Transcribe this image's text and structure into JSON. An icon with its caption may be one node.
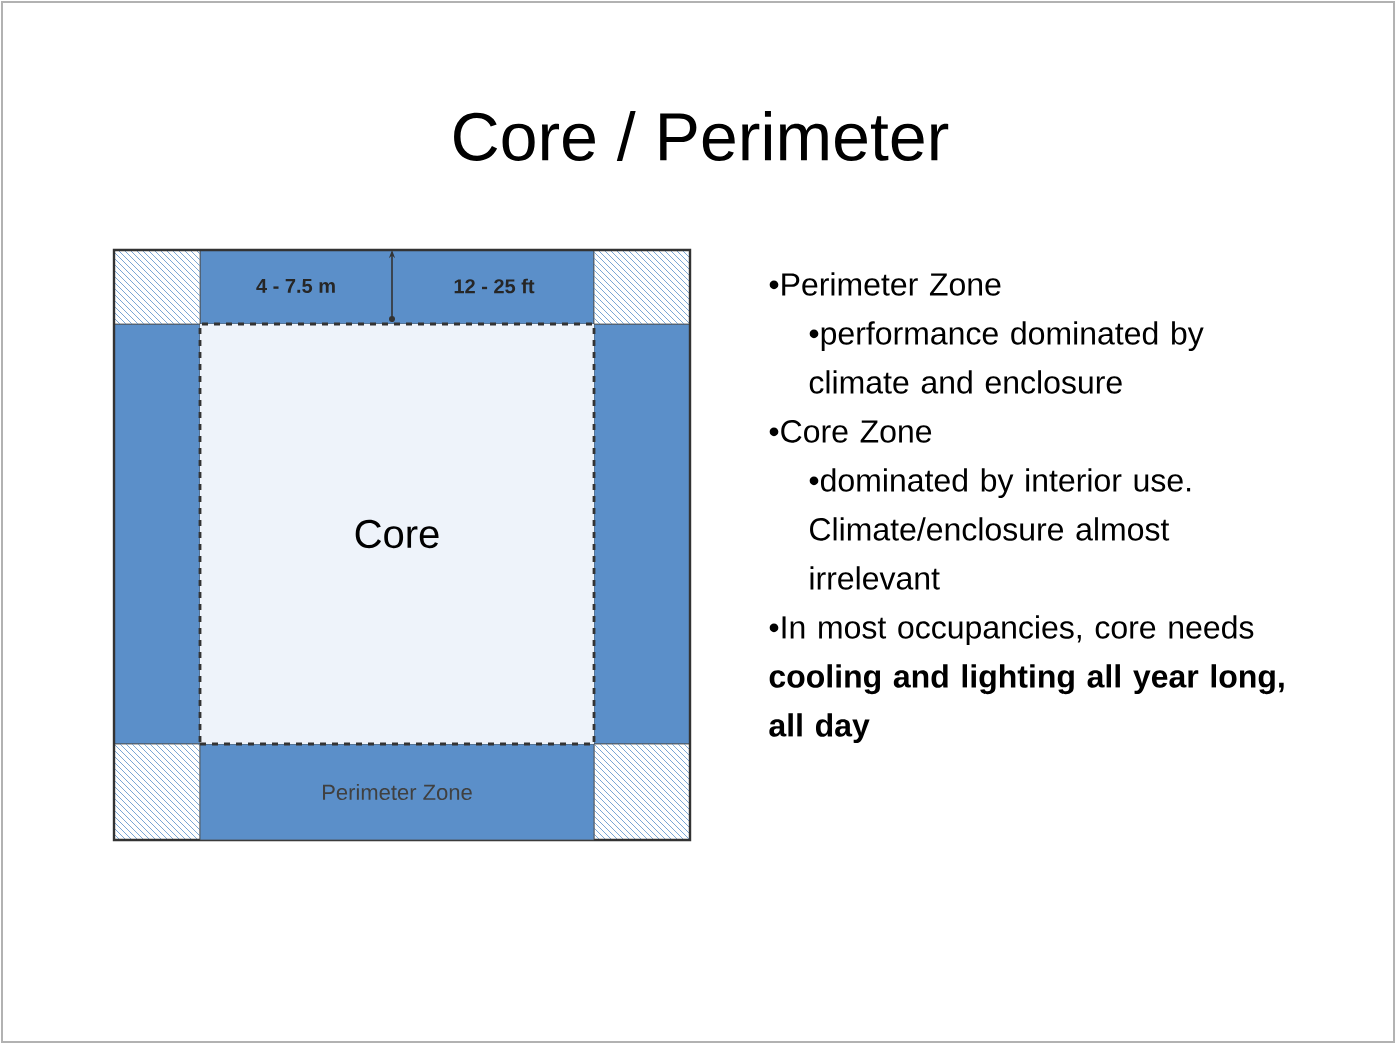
{
  "diagram": {
    "title": "Core / Perimeter",
    "nodes": [
      {
        "text": [
          "Perimeter Zone"
        ]
      },
      {
        "text": [
          "Core"
        ]
      }
    ],
    "labels": [
      "4 - 7.5 m",
      "12 - 25 ft",
      "•Perimeter Zone",
      "•performance dominated by climate and enclosure",
      "•Core Zone",
      "•dominated by interior use. Climate/enclosure almost irrelevant",
      "•In most occupancies, core needs **cooling and lighting all year long, all day**"
    ]
  }
}
